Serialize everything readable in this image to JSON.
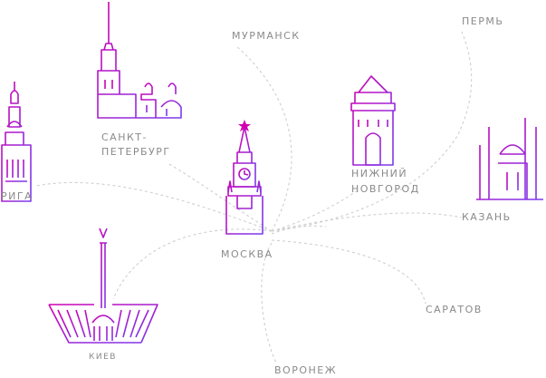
{
  "hub": "Москва",
  "cities": {
    "murmansk": "МУРМАНСК",
    "perm": "ПЕРМЬ",
    "spb_line1": "САНКТ-",
    "spb_line2": "ПЕТЕРБУРГ",
    "riga": "РИГА",
    "nn_line1": "НИЖНИЙ",
    "nn_line2": "НОВГОРОД",
    "kazan": "КАЗАНЬ",
    "moscow": "МОСКВА",
    "saratov": "САРАТОВ",
    "kiev": "КИЕВ",
    "voronezh": "ВОРОНЕЖ"
  },
  "colors": {
    "gradient_start": "#d000b0",
    "gradient_end": "#7a3cf0",
    "route": "#cfcfcf",
    "label": "#8a8a8a"
  }
}
